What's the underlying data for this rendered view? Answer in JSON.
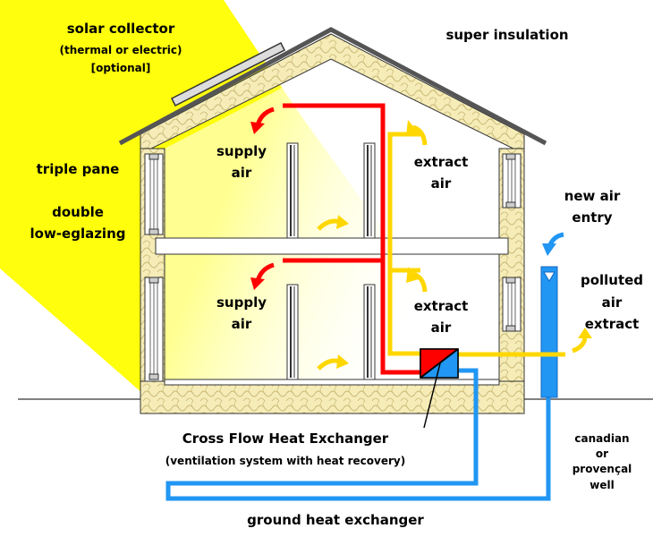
{
  "labels": {
    "solar_collector": "solar collector",
    "solar_collector_sub1": "(thermal or electric)",
    "solar_collector_sub2": "[optional]",
    "super_insulation": "super insulation",
    "triple_pane": "triple pane",
    "double_1": "double",
    "double_2": "low-eglazing",
    "supply_air_1a": "supply",
    "supply_air_1b": "air",
    "supply_air_2a": "supply",
    "supply_air_2b": "air",
    "extract_air_1a": "extract",
    "extract_air_1b": "air",
    "extract_air_2a": "extract",
    "extract_air_2b": "air",
    "new_air_1": "new air",
    "new_air_2": "entry",
    "polluted_1": "polluted",
    "polluted_2": "air",
    "polluted_3": "extract",
    "heat_exchanger_title": "Cross Flow Heat Exchanger",
    "heat_exchanger_sub": "(ventilation system with heat recovery)",
    "well_1": "canadian",
    "well_2": "or",
    "well_3": "provençal",
    "well_4": "well",
    "ground_heat_exchanger": "ground heat exchanger"
  },
  "colors": {
    "sun": "#ffff00",
    "insulation": "#f5ecb8",
    "supply_duct": "#ff0000",
    "extract_duct": "#ffd700",
    "ground_duct": "#2196f3",
    "roof": "#555555",
    "ground": "#808080"
  }
}
